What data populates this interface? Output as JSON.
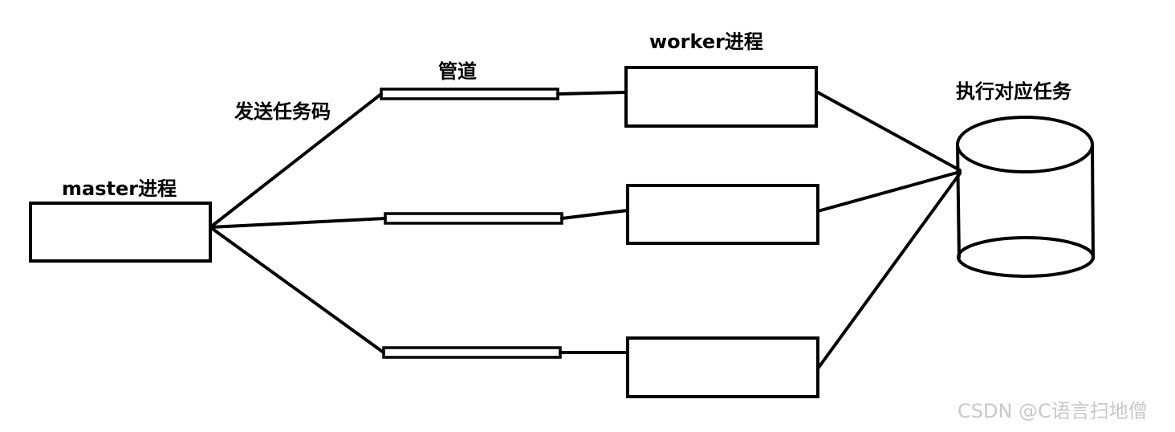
{
  "labels": {
    "master": "master进程",
    "send_task": "发送任务码",
    "pipe": "管道",
    "worker": "worker进程",
    "execute": "执行对应任务"
  },
  "watermark": "CSDN @C语言扫地僧",
  "colors": {
    "stroke": "#000000",
    "background": "#ffffff",
    "watermark": "#c8c8c8"
  }
}
